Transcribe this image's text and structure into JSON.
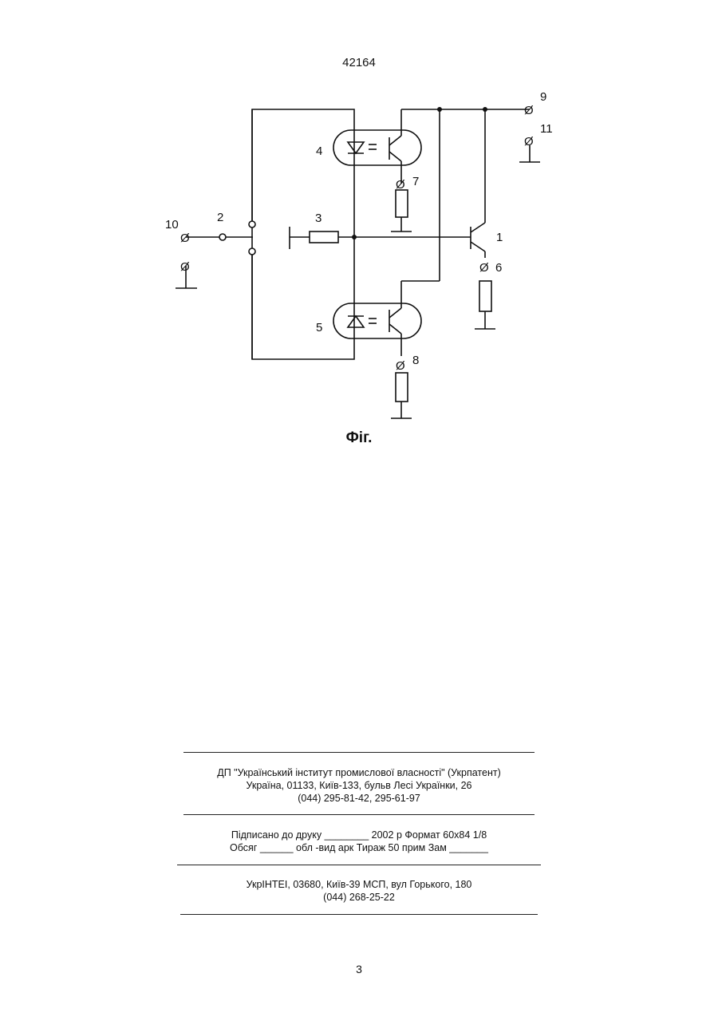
{
  "header": {
    "patent_number": "42164"
  },
  "diagram": {
    "labels": {
      "l1": "1",
      "l2": "2",
      "l3": "3",
      "l4": "4",
      "l5": "5",
      "l6": "6",
      "l7": "7",
      "l8": "8",
      "l9": "9",
      "l10": "10",
      "l11": "11"
    },
    "terminal_symbol": "Ø",
    "caption": "Фіг."
  },
  "imprint": {
    "block1": [
      "ДП \"Український інститут промислової власності\" (Укрпатент)",
      "Україна, 01133, Київ-133, бульв Лесі Українки, 26",
      "(044) 295-81-42, 295-61-97"
    ],
    "block2": [
      "Підписано до друку ________ 2002 р     Формат 60х84 1/8",
      "Обсяг ______ обл -вид арк   Тираж 50 прим     Зам _______"
    ],
    "block3": [
      "УкрІНТЕІ, 03680, Київ-39 МСП, вул Горького, 180",
      "(044) 268-25-22"
    ]
  },
  "footer": {
    "page_number": "3"
  }
}
